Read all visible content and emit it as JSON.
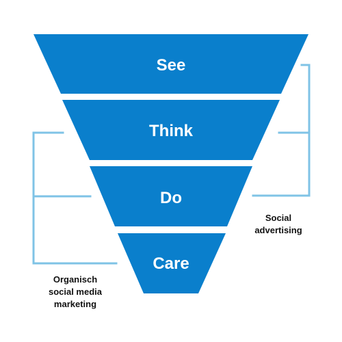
{
  "funnel": {
    "color": "#0a7fcc",
    "text_color": "#ffffff",
    "stages": [
      {
        "label": "See"
      },
      {
        "label": "Think"
      },
      {
        "label": "Do"
      },
      {
        "label": "Care"
      }
    ]
  },
  "brackets": {
    "color": "#7fc3e6",
    "social_advertising": {
      "lines": [
        "Social",
        "advertising"
      ],
      "covers": [
        "See",
        "Think",
        "Do"
      ]
    },
    "organic": {
      "lines": [
        "Organisch",
        "social media",
        "marketing"
      ],
      "covers": [
        "Think",
        "Do",
        "Care"
      ]
    }
  }
}
